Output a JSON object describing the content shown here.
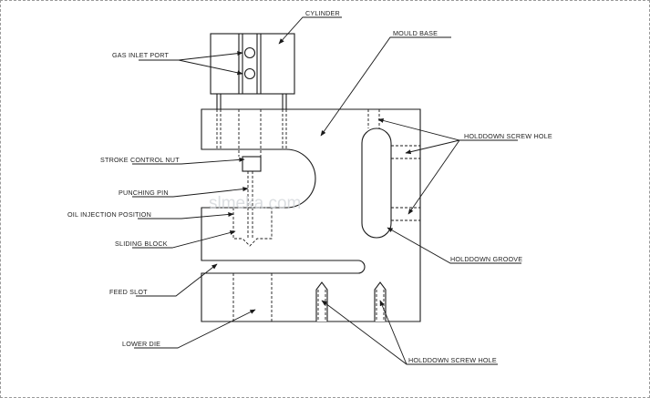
{
  "labels": {
    "cylinder": "CYLINDER",
    "gas_inlet_port": "GAS INLET PORT",
    "mould_base": "MOULD BASE",
    "holddown_screw_hole_top": "HOLDDOWN SCREW HOLE",
    "stroke_control_nut": "STROKE CONTROL NUT",
    "punching_pin": "PUNCHING PIN",
    "oil_injection_position": "OIL INJECTION POSITION",
    "sliding_block": "SLIDING BLOCK",
    "holddown_groove": "HOLDDOWN GROOVE",
    "feed_slot": "FEED SLOT",
    "lower_die": "LOWER DIE",
    "holddown_screw_hole_bottom": "HOLDDOWN SCREW HOLE"
  },
  "watermark": "slmeka.com",
  "colors": {
    "line": "#1a1a1a",
    "watermark": "#d0d4d8"
  }
}
